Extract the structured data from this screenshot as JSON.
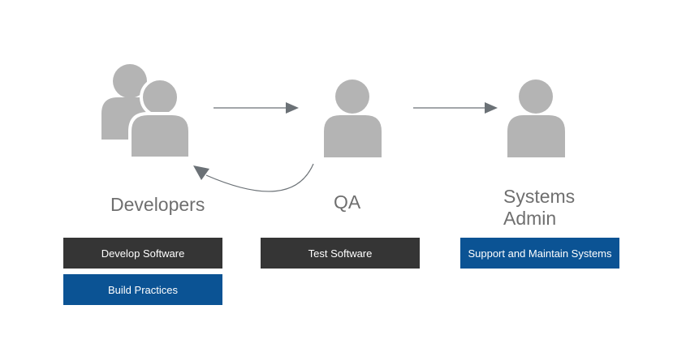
{
  "colors": {
    "person_icon": "#b4b4b4",
    "arrow": "#6b7176",
    "label_text": "#6f6f6f",
    "box_dark": "#353535",
    "box_blue": "#0b5394",
    "box_text": "#ffffff"
  },
  "roles": {
    "developers": {
      "label": "Developers",
      "icon": "group-people-icon"
    },
    "qa": {
      "label": "QA",
      "icon": "person-icon"
    },
    "systems_admin": {
      "label_line1": "Systems",
      "label_line2": "Admin",
      "icon": "person-icon"
    }
  },
  "boxes": {
    "develop_software": "Develop Software",
    "build_practices": "Build Practices",
    "test_software": "Test Software",
    "support_maintain": "Support and Maintain Systems"
  }
}
